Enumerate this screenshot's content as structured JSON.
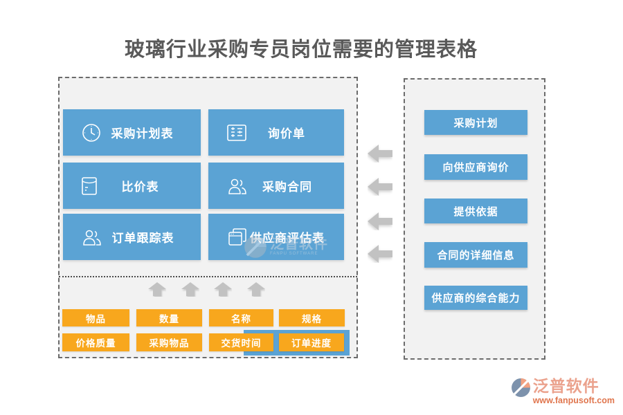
{
  "page": {
    "title": "玻璃行业采购专员岗位需要的管理表格"
  },
  "left_panel": {
    "boxes": [
      {
        "label": "采购计划表",
        "icon": "clock-icon"
      },
      {
        "label": "询价单",
        "icon": "form-icon"
      },
      {
        "label": "比价表",
        "icon": "envelope-icon"
      },
      {
        "label": "采购合同",
        "icon": "users-icon"
      },
      {
        "label": "订单跟踪表",
        "icon": "users-icon"
      },
      {
        "label": "供应商评估表",
        "icon": "windows-icon"
      }
    ],
    "fields_row1": [
      "物品",
      "数量",
      "名称",
      "规格"
    ],
    "fields_row2": [
      "价格质量",
      "采购物品",
      "交货时间",
      "订单进度"
    ]
  },
  "right_panel": {
    "items": [
      "采购计划",
      "向供应商询价",
      "提供依据",
      "合同的详细信息",
      "供应商的综合能力"
    ]
  },
  "watermark": {
    "brand": "泛普软件",
    "subtitle": "FANPU SOFTWARE"
  },
  "footer": {
    "brand": "泛普软件",
    "url": "www.fanpusoft.com"
  },
  "colors": {
    "box_blue": "#5ba3d4",
    "tag_orange": "#f8a71d",
    "panel_bg": "#f2f2f2",
    "dashed_border": "#6b6b6b",
    "title_gray": "#595959",
    "arrow_gray": "#c2c2c2",
    "logo_slate": "#7d92ac",
    "logo_salmon": "#f2a181",
    "footer_brand": "#eba28d",
    "footer_url": "#e0764e"
  }
}
